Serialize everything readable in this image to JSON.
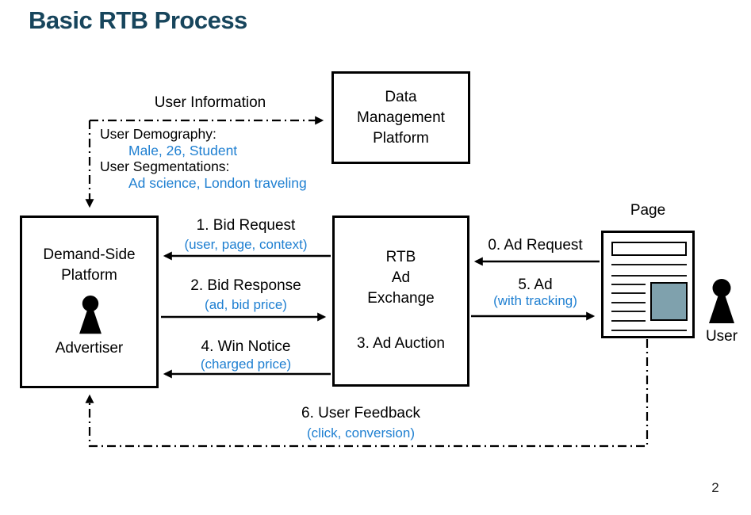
{
  "slide": {
    "title": "Basic RTB Process",
    "page_number": "2"
  },
  "colors": {
    "title_text": "#17455c",
    "detail_blue": "#1e7fd1",
    "diagram_black": "#000000",
    "ad_slot_fill": "#7fa1ad"
  },
  "nodes": {
    "dmp": {
      "label": "Data\nManagement\nPlatform"
    },
    "dsp": {
      "label": "Demand-Side Platform",
      "role": "Advertiser",
      "icon": "person-icon"
    },
    "exchange": {
      "label": "RTB\nAd\nExchange",
      "step": "3. Ad Auction"
    },
    "page": {
      "label": "Page"
    },
    "user": {
      "label": "User",
      "icon": "person-icon"
    }
  },
  "user_info": {
    "title": "User Information",
    "details": [
      {
        "label": "User Demography:",
        "value": "Male, 26, Student"
      },
      {
        "label": "User Segmentations:",
        "value": "Ad science, London traveling"
      }
    ]
  },
  "edges": {
    "ad_request": {
      "step": "0. Ad Request",
      "from": "Page",
      "to": "RTB Ad Exchange"
    },
    "bid_request": {
      "step": "1. Bid Request",
      "detail": "(user, page, context)",
      "from": "RTB Ad Exchange",
      "to": "Demand-Side Platform"
    },
    "bid_response": {
      "step": "2. Bid Response",
      "detail": "(ad, bid price)",
      "from": "Demand-Side Platform",
      "to": "RTB Ad Exchange"
    },
    "win_notice": {
      "step": "4. Win Notice",
      "detail": "(charged price)",
      "from": "RTB Ad Exchange",
      "to": "Demand-Side Platform"
    },
    "ad_delivery": {
      "step": "5. Ad",
      "detail": "(with tracking)",
      "from": "RTB Ad Exchange",
      "to": "Page"
    },
    "user_feedback": {
      "step": "6. User Feedback",
      "detail": "(click, conversion)",
      "from": "Page",
      "to": "Demand-Side Platform"
    },
    "user_information": {
      "step": "User Information",
      "from": "Demand-Side Platform",
      "to": "Data Management Platform"
    }
  }
}
